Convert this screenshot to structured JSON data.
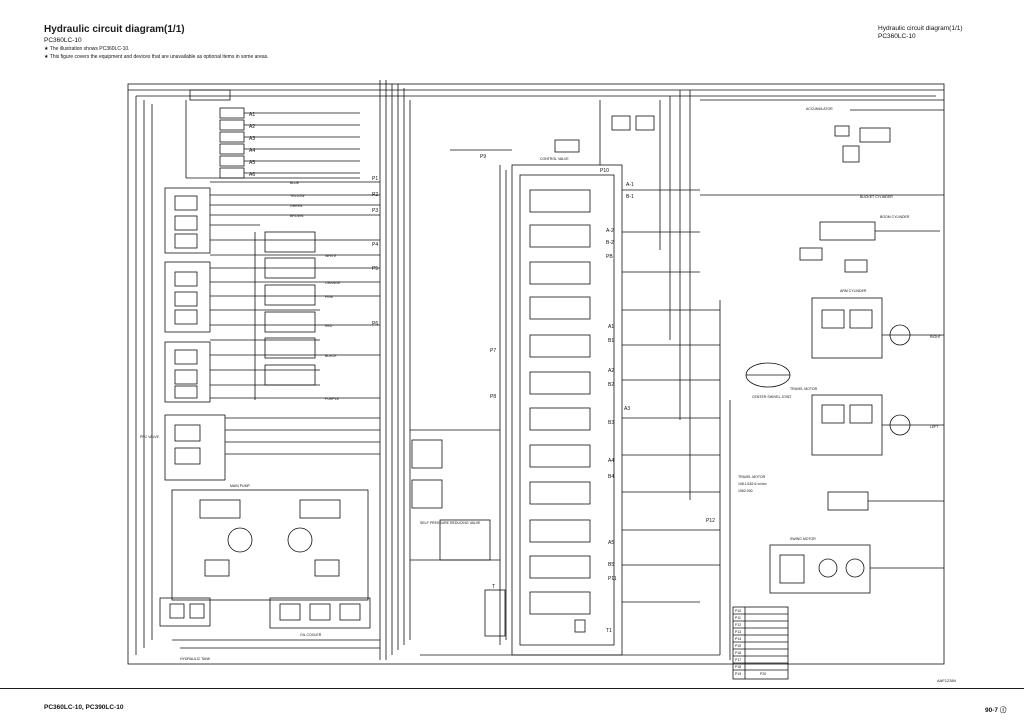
{
  "header": {
    "title": "Hydraulic circuit diagram(1/1)",
    "model": "PC360LC-10",
    "note1": "★  The illustration shows PC360LC-10.",
    "note2": "★  This figure covers the equipment and devices that are unavailable as optional items in some areas."
  },
  "right_header": {
    "title": "Hydraulic circuit diagram(1/1)",
    "model": "PC360LC-10"
  },
  "footer": {
    "models": "PC360LC-10, PC390LC-10",
    "page": "90-7 ⓘ",
    "drawing_code": "AAF12384"
  },
  "diagram_labels": {
    "ports_left": [
      "A1",
      "A2",
      "A3",
      "A4",
      "A5",
      "A6"
    ],
    "pilot_ports": [
      "P1",
      "P2",
      "P3",
      "P4",
      "P5",
      "P6",
      "P7",
      "P8",
      "P9",
      "P10"
    ],
    "valve_ports": [
      "A-1",
      "B-1",
      "A-2",
      "B-2",
      "PB",
      "A1",
      "B1",
      "A2",
      "B2",
      "A3",
      "B3",
      "A4",
      "B4",
      "A5",
      "B5",
      "P11",
      "T",
      "T1",
      "P12"
    ],
    "wire_colors": [
      "BLUE",
      "YELLOW",
      "GREEN",
      "BROWN",
      "WHITE",
      "ORANGE",
      "PINK",
      "RED",
      "BLACK",
      "PURPLE"
    ],
    "motor_spec": [
      "TRAVEL MOTOR",
      "108.1/182.6 cc/rev",
      "1962.000"
    ],
    "component_labels": [
      "BOOM CYLINDER",
      "ARM CYLINDER",
      "BUCKET CYLINDER",
      "SWING MOTOR",
      "TRAVEL MOTOR",
      "CONTROL VALVE",
      "HYDRAULIC TANK",
      "MAIN PUMP",
      "PPC VALVE",
      "SELF PRESSURE REDUCING VALVE",
      "ACCUMULATOR",
      "OIL COOLER",
      "CENTER SWIVEL JOINT",
      "RIGHT",
      "LEFT"
    ],
    "legend_rows": [
      "P10",
      "P11",
      "P12",
      "P13",
      "P14",
      "P15",
      "P16",
      "P17",
      "P18",
      "P19",
      "P20"
    ]
  }
}
